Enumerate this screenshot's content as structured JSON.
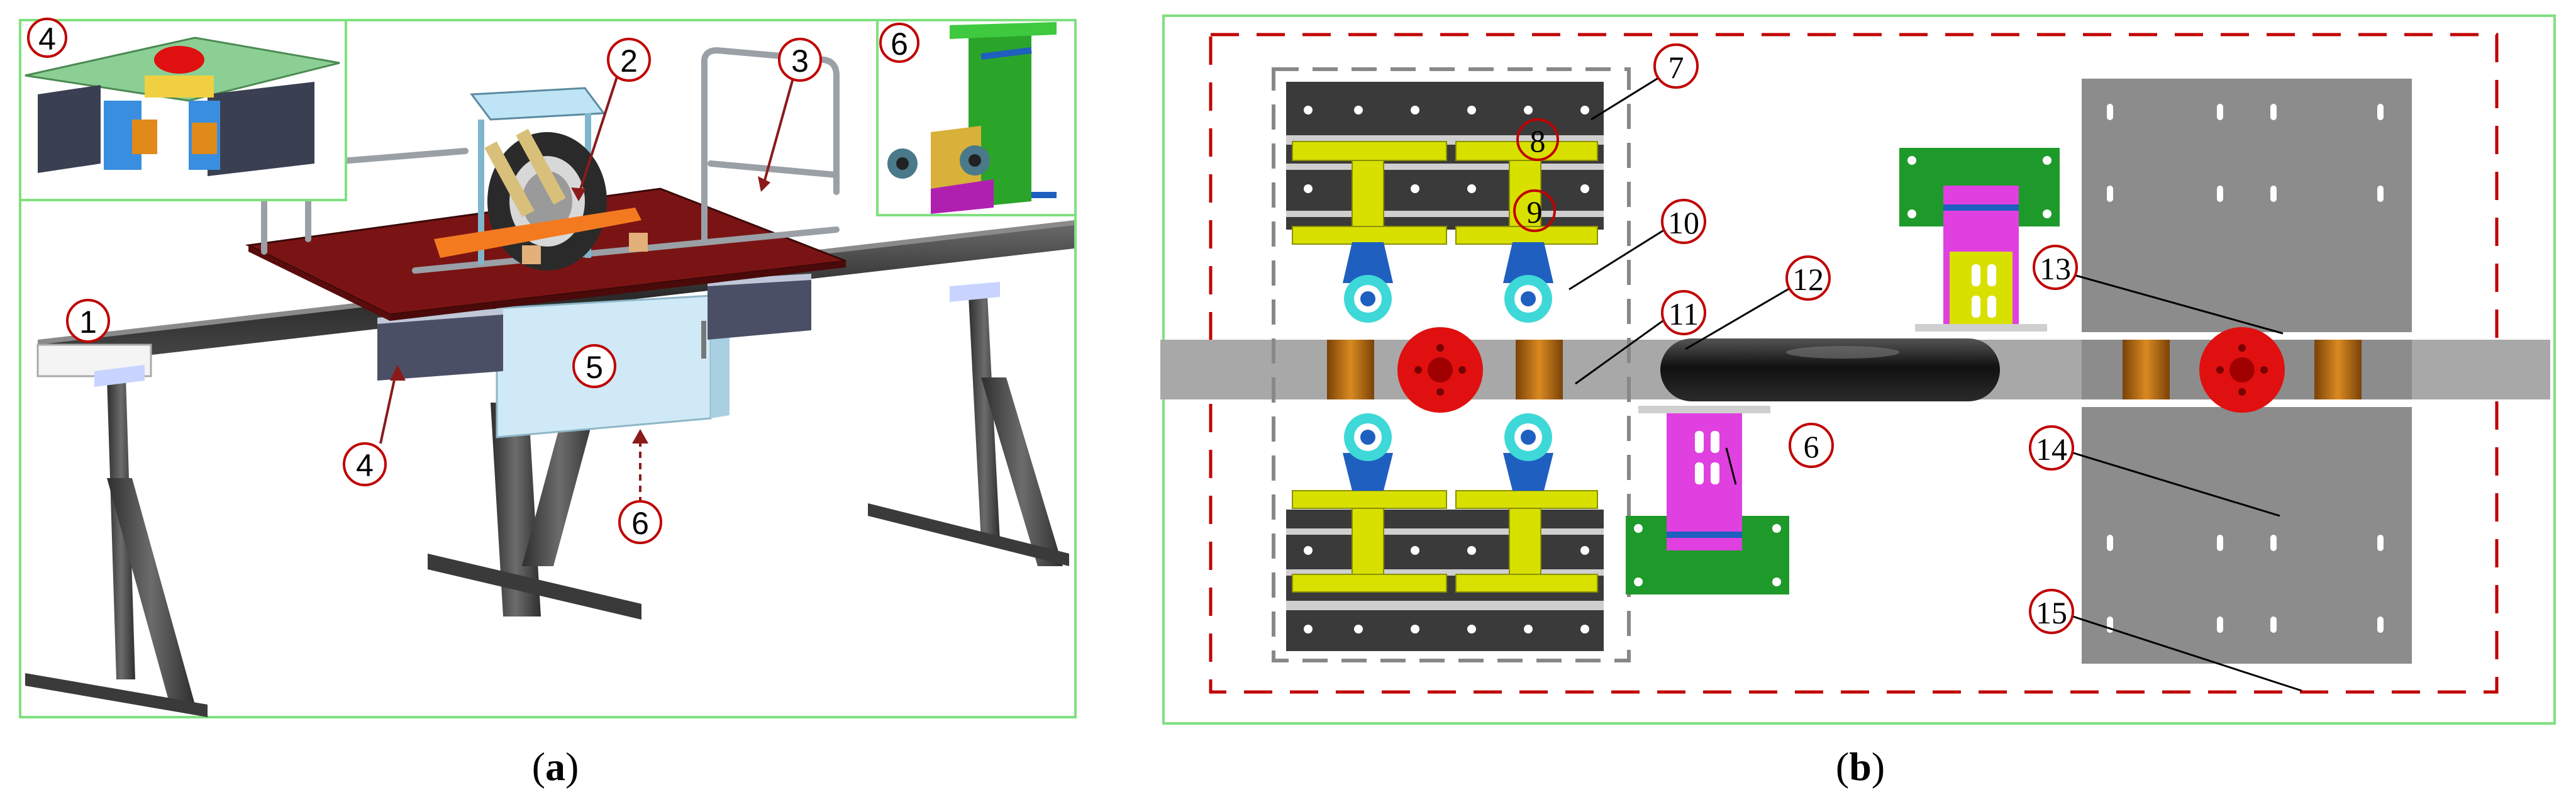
{
  "figure": {
    "panel_a": {
      "caption_letter": "a",
      "callouts": {
        "c1": "1",
        "c2": "2",
        "c3": "3",
        "c4": "4",
        "c4_inset": "4",
        "c5": "5",
        "c6": "6",
        "c6_inset": "6"
      }
    },
    "panel_b": {
      "caption_letter": "b",
      "callouts": {
        "c6": "6",
        "c7": "7",
        "c8": "8",
        "c9": "9",
        "c10": "10",
        "c11": "11",
        "c12": "12",
        "c13": "13",
        "c14": "14",
        "c15": "15"
      }
    }
  },
  "colors": {
    "frame_green": "#7fe07f",
    "callout_red": "#c00000",
    "deck_red": "#7a1414",
    "box_blue": "#cfeaf6",
    "rail_dark": "#3a3a3a",
    "wheel_red": "#e01010",
    "yellow_part": "#d8e000",
    "blue_part": "#1f5fbf",
    "magenta_part": "#e040e0",
    "green_part": "#1e9a2a",
    "plate_gray": "#8c8c8c",
    "roller_bronze": "#b86a10"
  }
}
